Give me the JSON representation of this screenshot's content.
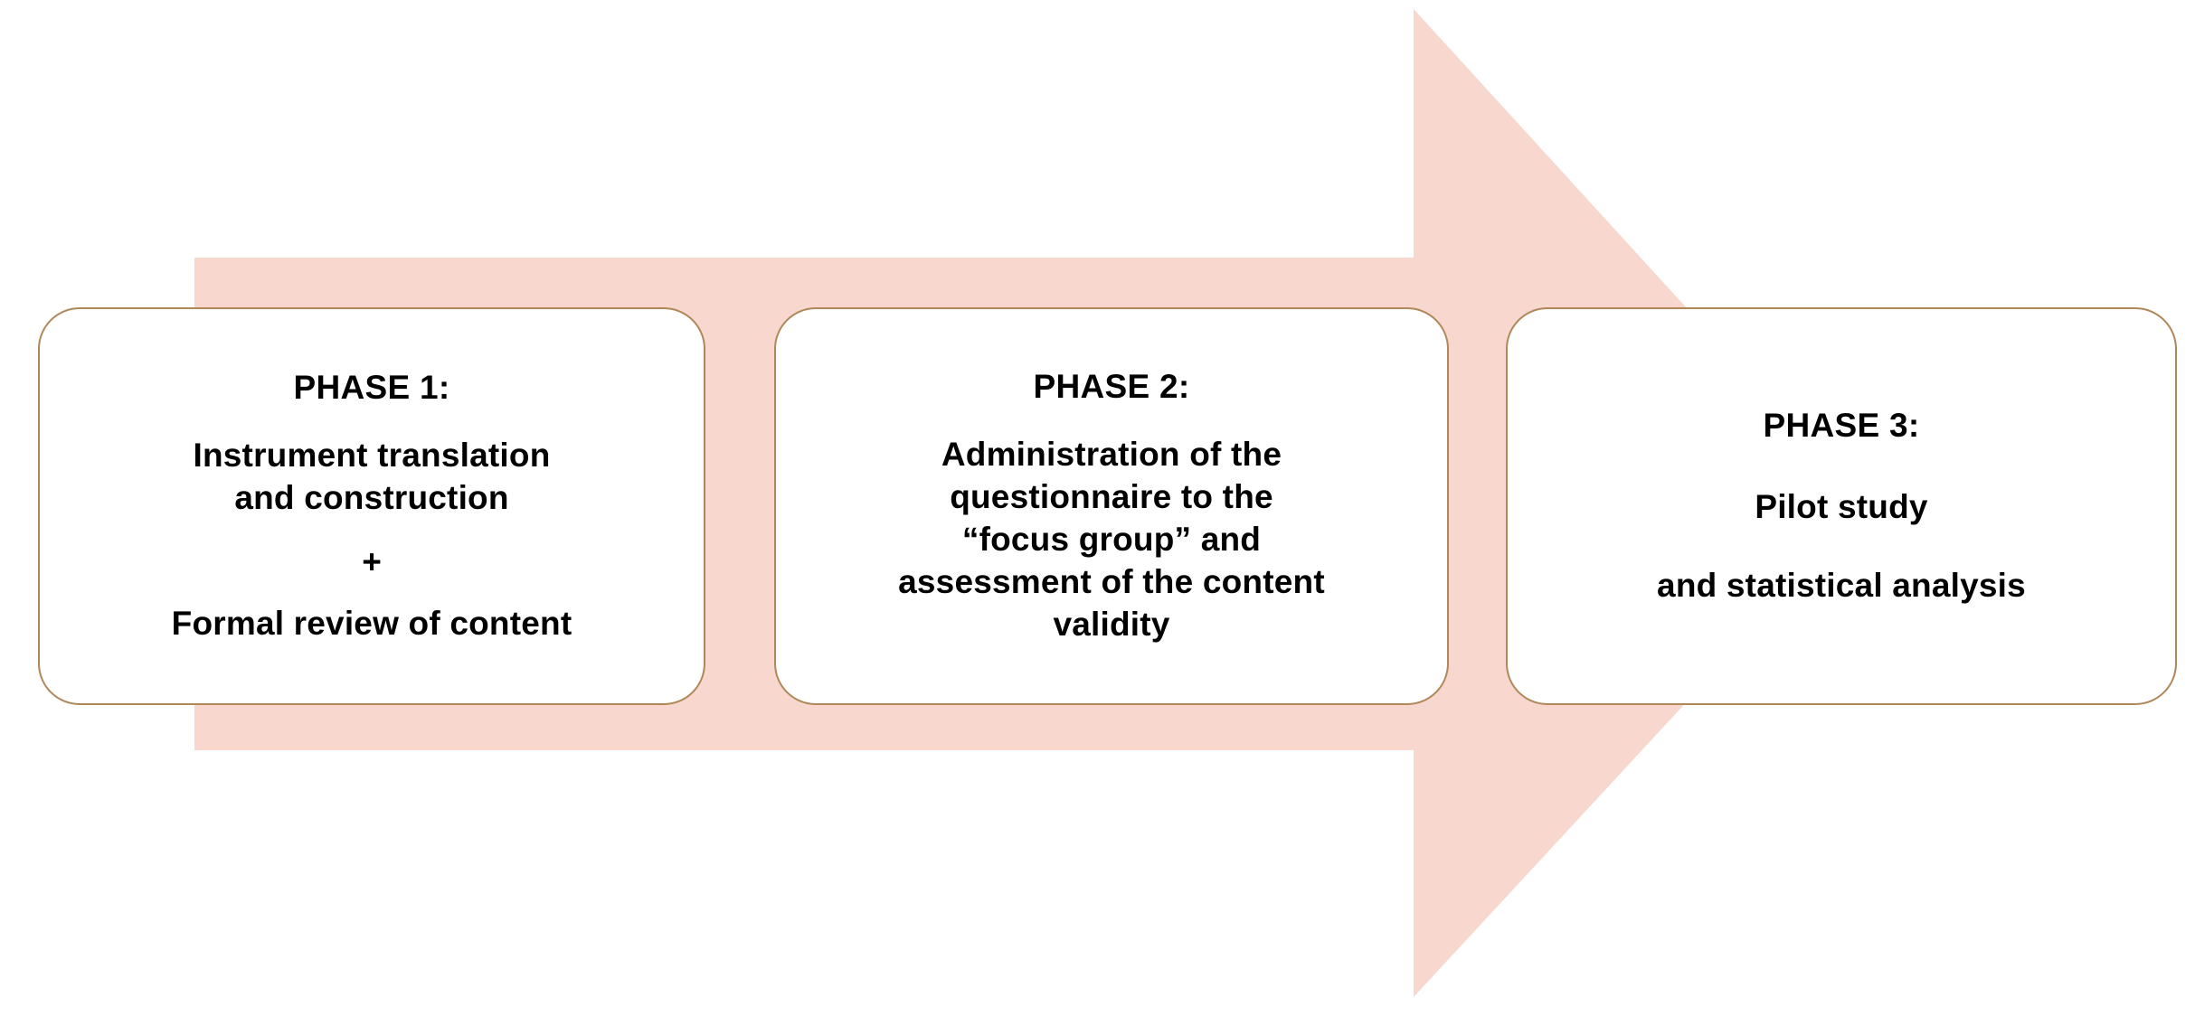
{
  "figure": {
    "type": "process-flow-diagram",
    "orientation": "horizontal-left-to-right",
    "background_color": "#FFFFFF",
    "arrow": {
      "name": "process-arrow",
      "fill_color": "#F7D7CE",
      "direction": "right"
    },
    "box_style": {
      "fill_color": "#FFFFFF",
      "border_color": "#B08758",
      "text_color": "#000000"
    }
  },
  "phases": [
    {
      "id": "phase-1",
      "title": "PHASE 1:",
      "body_a": "Instrument translation\nand construction",
      "plus": "+",
      "body_b": "Formal review of content"
    },
    {
      "id": "phase-2",
      "title": "PHASE 2:",
      "body_a": "Administration  of the\nquestionnaire  to the\n“focus group” and\nassessment  of the content\nvalidity"
    },
    {
      "id": "phase-3",
      "title": "PHASE 3:",
      "body_a": "Pilot study",
      "body_b": "and statistical  analysis"
    }
  ]
}
